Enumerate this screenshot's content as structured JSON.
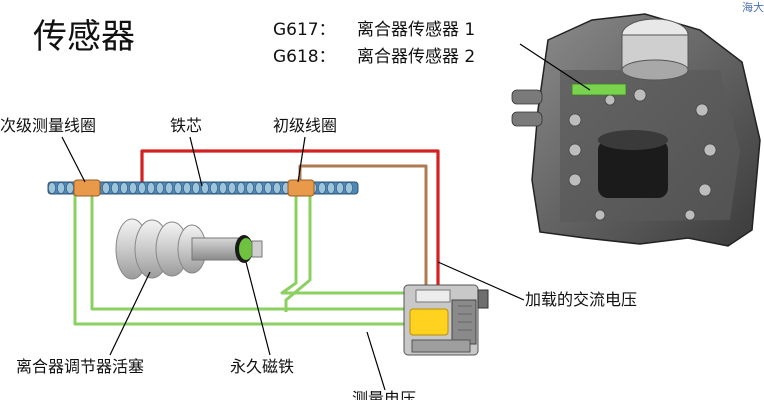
{
  "title": "传感器",
  "watermark": "海大",
  "sensors": [
    {
      "code": "G617：",
      "name": "离合器传感器 1"
    },
    {
      "code": "G618：",
      "name": "离合器传感器 2"
    }
  ],
  "labels": {
    "secondary_coil": "次级测量线圈",
    "core": "铁芯",
    "primary_coil": "初级线圈",
    "ac_voltage": "加载的交流电压",
    "piston": "离合器调节器活塞",
    "magnet": "永久磁铁",
    "measured_voltage": "测量电压"
  },
  "colors": {
    "ac_wire": "#d42020",
    "brown_wire": "#b07a50",
    "measure_wire": "#8bd060",
    "coil": "#e89a4a",
    "sensor_highlight": "#79d34f",
    "connector_yellow": "#ffd21f"
  }
}
